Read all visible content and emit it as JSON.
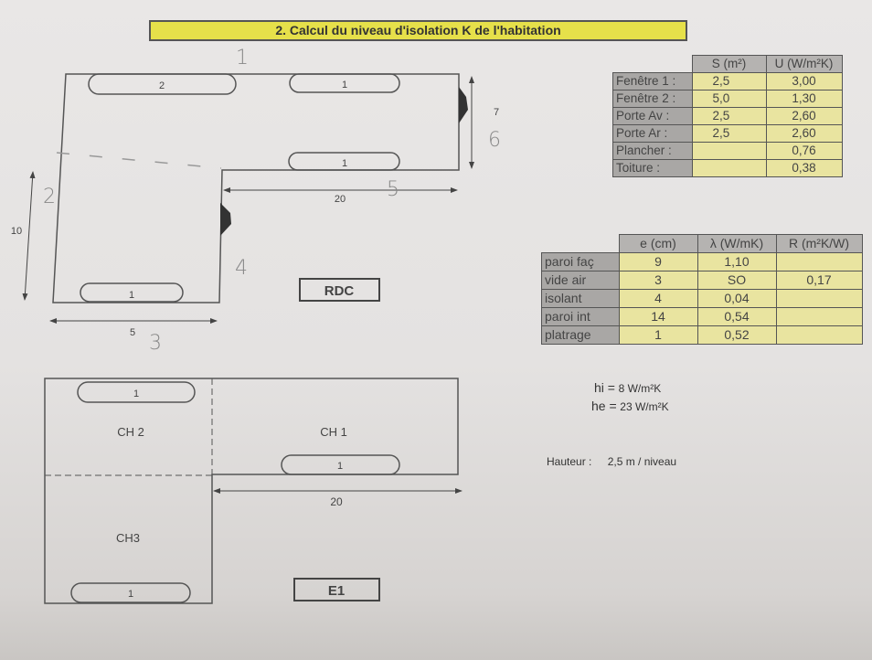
{
  "title": "2. Calcul du niveau d'isolation K de l'habitation",
  "rdc": {
    "label": "RDC",
    "windows": [
      "2",
      "1",
      "1",
      "1"
    ],
    "dimensions": {
      "right": "7",
      "step": "20",
      "left": "10",
      "bottom": "5"
    },
    "handwritten": [
      "1",
      "2",
      "3",
      "4",
      "5",
      "6"
    ]
  },
  "e1": {
    "label": "E1",
    "rooms": [
      "CH 2",
      "CH 1",
      "CH3"
    ],
    "windows": [
      "1",
      "1",
      "1"
    ],
    "dimension": "20"
  },
  "table_u": {
    "headers": [
      "S (m²)",
      "U (W/m²K)"
    ],
    "rows": [
      {
        "label": "Fenêtre 1 :",
        "s": "2,5",
        "u": "3,00"
      },
      {
        "label": "Fenêtre 2 :",
        "s": "5,0",
        "u": "1,30"
      },
      {
        "label": "Porte Av :",
        "s": "2,5",
        "u": "2,60"
      },
      {
        "label": "Porte Ar :",
        "s": "2,5",
        "u": "2,60"
      },
      {
        "label": "Plancher :",
        "s": "",
        "u": "0,76"
      },
      {
        "label": "Toiture :",
        "s": "",
        "u": "0,38"
      }
    ]
  },
  "table_wall": {
    "headers": [
      "e (cm)",
      "λ (W/mK)",
      "R (m²K/W)"
    ],
    "rows": [
      {
        "label": "paroi faç",
        "e": "9",
        "lambda": "1,10",
        "r": ""
      },
      {
        "label": "vide air",
        "e": "3",
        "lambda": "SO",
        "r": "0,17"
      },
      {
        "label": "isolant",
        "e": "4",
        "lambda": "0,04",
        "r": ""
      },
      {
        "label": "paroi int",
        "e": "14",
        "lambda": "0,54",
        "r": ""
      },
      {
        "label": "platrage",
        "e": "1",
        "lambda": "0,52",
        "r": ""
      }
    ]
  },
  "coefficients": {
    "hi_label": "hi =",
    "hi_value": "8 W/m²K",
    "he_label": "he =",
    "he_value": "23 W/m²K"
  },
  "height": {
    "label": "Hauteur :",
    "value": "2,5 m / niveau"
  }
}
